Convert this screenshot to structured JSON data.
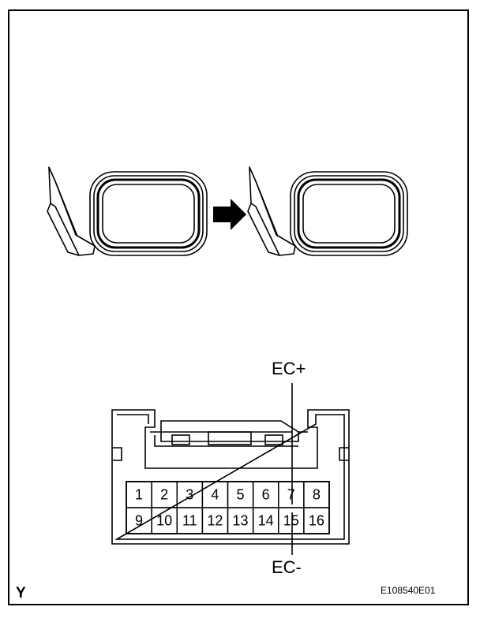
{
  "diagram": {
    "arrow_direction": "right",
    "connector": {
      "rows": [
        [
          "1",
          "2",
          "3",
          "4",
          "5",
          "6",
          "7",
          "8"
        ],
        [
          "9",
          "10",
          "11",
          "12",
          "13",
          "14",
          "15",
          "16"
        ]
      ],
      "terminal_top": "EC+",
      "terminal_bottom": "EC-"
    },
    "corner_letter": "Y",
    "figure_id": "E108540E01"
  }
}
